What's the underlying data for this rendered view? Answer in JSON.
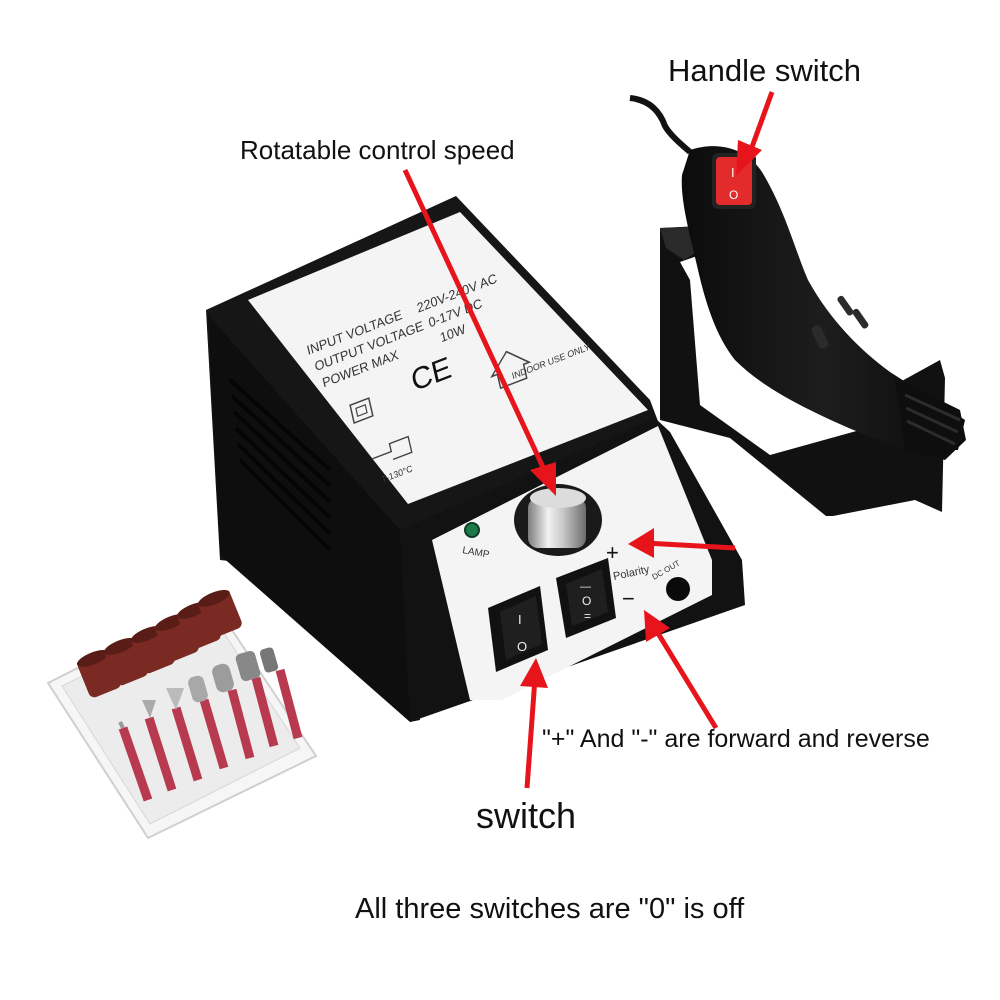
{
  "captions": {
    "handle_switch": "Handle switch",
    "rotatable_control": "Rotatable control speed",
    "forward_reverse": "\"+\" And \"-\" are forward and reverse",
    "switch": "switch",
    "all_switches_off": "All three switches are \"0\" is off"
  },
  "device_label": {
    "line1_key": "INPUT VOLTAGE",
    "line1_val": "220V-240V AC",
    "line2_key": "OUTPUT VOLTAGE",
    "line2_val": "0-17V DC",
    "line3_key": "POWER MAX",
    "line3_val": "10W",
    "ce_mark": "CE",
    "indoor": "INDOOR USE ONLY",
    "fuse": "T-130°C"
  },
  "panel": {
    "lamp": "LAMP",
    "polarity": "Polarity",
    "plus": "+",
    "minus": "−",
    "dc_out": "DC OUT",
    "switch_on": "I",
    "switch_off": "O",
    "rev_top": "—",
    "rev_mid": "O",
    "rev_bot": "="
  },
  "handle": {
    "switch_on": "I",
    "switch_off": "O"
  },
  "colors": {
    "arrow": "#e8141b",
    "device_body": "#141414",
    "label_bg": "#f4f4f4",
    "handle_switch": "#e32b2b",
    "sanding_band": "#7a2a22",
    "bit_holder": "#b83a4e"
  }
}
